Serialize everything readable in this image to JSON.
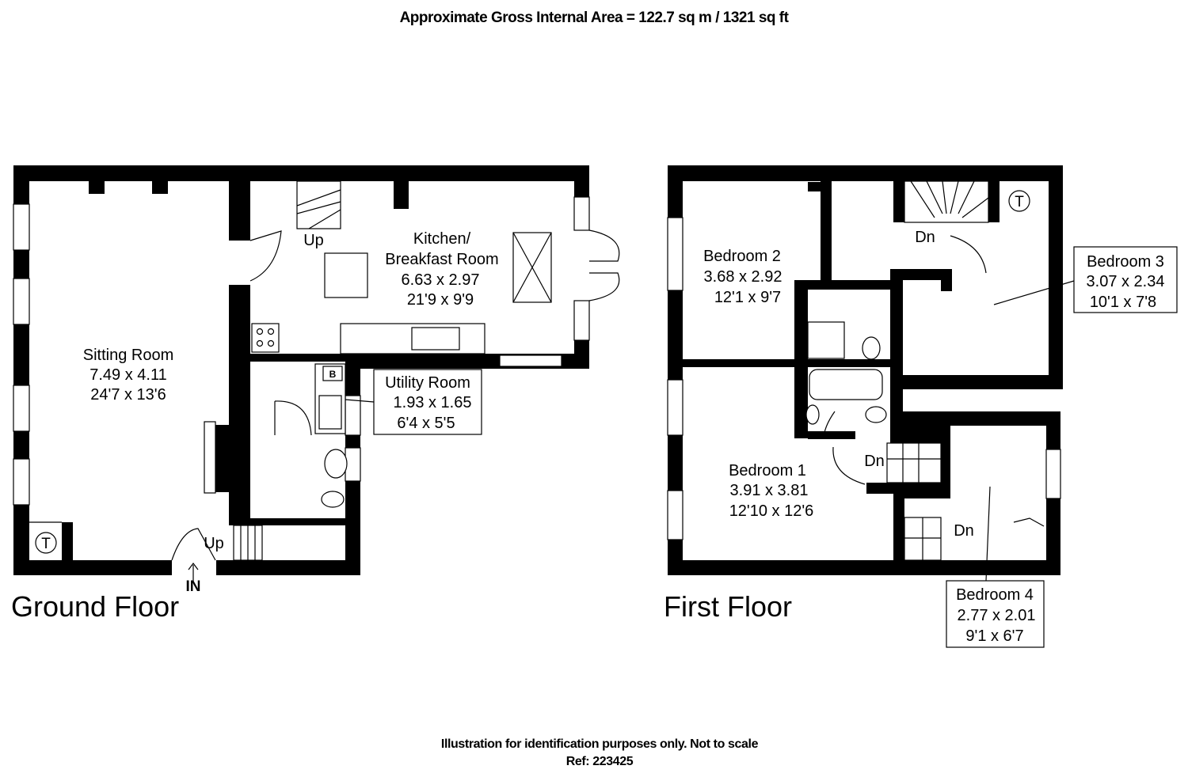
{
  "header": {
    "area_text": "Approximate Gross Internal Area = 122.7 sq m / 1321 sq ft"
  },
  "footer": {
    "disclaimer": "Illustration for identification purposes only. Not to scale",
    "ref": "Ref: 223425"
  },
  "ground_floor": {
    "label": "Ground Floor",
    "entrance": "IN",
    "stairs_up_1": "Up",
    "stairs_up_2": "Up",
    "tank_symbol": "T",
    "boiler_symbol": "B",
    "rooms": {
      "sitting": {
        "name": "Sitting Room",
        "metric": "7.49 x 4.11",
        "imperial": "24'7 x 13'6"
      },
      "kitchen": {
        "name_line1": "Kitchen/",
        "name_line2": "Breakfast Room",
        "metric": "6.63 x 2.97",
        "imperial": "21'9 x 9'9"
      },
      "utility": {
        "name": "Utility Room",
        "metric": "1.93 x 1.65",
        "imperial": "6'4 x 5'5"
      }
    }
  },
  "first_floor": {
    "label": "First Floor",
    "stairs_dn_1": "Dn",
    "stairs_dn_2": "Dn",
    "stairs_dn_3": "Dn",
    "tank_symbol": "T",
    "rooms": {
      "bedroom1": {
        "name": "Bedroom 1",
        "metric": "3.91 x 3.81",
        "imperial": "12'10 x 12'6"
      },
      "bedroom2": {
        "name": "Bedroom 2",
        "metric": "3.68 x 2.92",
        "imperial": "12'1 x 9'7"
      },
      "bedroom3": {
        "name": "Bedroom 3",
        "metric": "3.07 x 2.34",
        "imperial": "10'1 x 7'8"
      },
      "bedroom4": {
        "name": "Bedroom 4",
        "metric": "2.77 x 2.01",
        "imperial": "9'1 x 6'7"
      }
    }
  }
}
